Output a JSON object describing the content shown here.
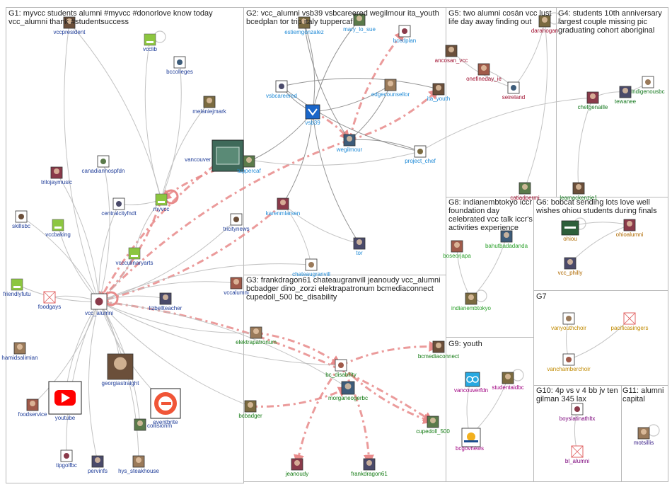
{
  "colors": {
    "border": "#b8b8b8",
    "edge": "#bdbdbd",
    "edge_dark": "#8a8a8a",
    "edge_red": "#e88a8a",
    "g1": "#1f3d99",
    "g2": "#1f8ad6",
    "g3": "#127a12",
    "g4": "#14781e",
    "g5": "#a01030",
    "g6": "#b06a00",
    "g7": "#c08a00",
    "g8": "#2aa02a",
    "g9": "#a00080",
    "g10": "#7a007a",
    "g11": "#3a2088"
  },
  "groups": [
    {
      "id": "G1",
      "title": "G1: myvcc students alumni #myvcc #donorlove know today vcc_alumni thank #studentsuccess"
    },
    {
      "id": "G2",
      "title": "G2: vcc_alumni vsb39 vsbcareered wegilmour ita_youth bcedplan tor trip italy tuppercaf"
    },
    {
      "id": "G5",
      "title": "G5: two alumni cosán vcc lust life day away finding out"
    },
    {
      "id": "G4",
      "title": "G4: students 10th anniversary largest couple missing pic graduating cohort aboriginal"
    },
    {
      "id": "G8",
      "title": "G8: indianembtokyo iccr foundation day celebrated vcc talk iccr's activities experience"
    },
    {
      "id": "G6",
      "title": "G6: bobcat sending lots love well wishes ohiou students during finals"
    },
    {
      "id": "G3",
      "title": "G3: frankdragon61 chateaugranvill jeanoudy vcc_alumni bcbadger dino_zorzi elektrapatronum bcmediaconnect cupedoll_500 bc_disability"
    },
    {
      "id": "G7",
      "title": "G7"
    },
    {
      "id": "G9",
      "title": "G9: youth"
    },
    {
      "id": "G10",
      "title": "G10: 4p vs v 4 bb jv ten gilman 345 lax"
    },
    {
      "id": "G11",
      "title": "G11: alumni capital"
    }
  ],
  "nodes": [
    {
      "id": "vccpresident",
      "label": "vccpresident",
      "group": "g1",
      "icon": "photo"
    },
    {
      "id": "vcclib",
      "label": "vcclib",
      "group": "g1",
      "icon": "green"
    },
    {
      "id": "bccolleges",
      "label": "bccolleges",
      "group": "g1",
      "icon": "logo"
    },
    {
      "id": "melaniejmark",
      "label": "melaniejmark",
      "group": "g1",
      "icon": "photo"
    },
    {
      "id": "canadianhospfdn",
      "label": "canadianhospfdn",
      "group": "g1",
      "icon": "logo"
    },
    {
      "id": "trilojaymusic",
      "label": "trilojaymusic",
      "group": "g1",
      "icon": "photo"
    },
    {
      "id": "centralcityfndt",
      "label": "centralcityfndt",
      "group": "g1",
      "icon": "logo"
    },
    {
      "id": "myvcc",
      "label": "myvcc",
      "group": "g1",
      "icon": "green"
    },
    {
      "id": "skillsbc",
      "label": "skillsbc",
      "group": "g1",
      "icon": "logo"
    },
    {
      "id": "vccbaking",
      "label": "vccbaking",
      "group": "g1",
      "icon": "green"
    },
    {
      "id": "vccculinaryarts",
      "label": "vccculinaryarts",
      "group": "g1",
      "icon": "green"
    },
    {
      "id": "friendlyfutu",
      "label": "friendlyfutu",
      "group": "g1",
      "icon": "green"
    },
    {
      "id": "foodgays",
      "label": "foodgays",
      "group": "g1",
      "icon": "empty"
    },
    {
      "id": "vcc_alumni",
      "label": "vcc_alumni",
      "group": "g1",
      "icon": "logo"
    },
    {
      "id": "lizbellteacher",
      "label": "lizbellteacher",
      "group": "g1",
      "icon": "photo"
    },
    {
      "id": "hamidsalimian",
      "label": "hamidsalimian",
      "group": "g1",
      "icon": "photo"
    },
    {
      "id": "georgiastraight",
      "label": "georgiastraight",
      "group": "g1",
      "icon": "photo"
    },
    {
      "id": "foodservice",
      "label": "foodservice",
      "group": "g1",
      "icon": "photo"
    },
    {
      "id": "youtube",
      "label": "youtube",
      "group": "g1",
      "icon": "youtube"
    },
    {
      "id": "eventbrite",
      "label": "eventbrite",
      "group": "g1",
      "icon": "eventbrite"
    },
    {
      "id": "collisionm",
      "label": "collisionm",
      "group": "g1",
      "icon": "photo"
    },
    {
      "id": "tipgolfbc",
      "label": "tipgolfbc",
      "group": "g1",
      "icon": "logo"
    },
    {
      "id": "pervinfs",
      "label": "pervinfs",
      "group": "g1",
      "icon": "photo"
    },
    {
      "id": "hys_steakhouse",
      "label": "hys_steakhouse",
      "group": "g1",
      "icon": "photo"
    },
    {
      "id": "tricitynews",
      "label": "tricitynews",
      "group": "g1",
      "icon": "logo"
    },
    {
      "id": "vccalumni",
      "label": "vccalumni",
      "group": "g1",
      "icon": "photo"
    },
    {
      "id": "vancouver",
      "label": "vancouver",
      "group": "g1",
      "icon": "big"
    },
    {
      "id": "estiemgonzalez",
      "label": "estiemgonzalez",
      "group": "g2",
      "icon": "photo"
    },
    {
      "id": "mary_lo_sue",
      "label": "mary_lo_sue",
      "group": "g2",
      "icon": "photo"
    },
    {
      "id": "bcedplan",
      "label": "bcedplan",
      "group": "g2",
      "icon": "logo"
    },
    {
      "id": "vsbcareered",
      "label": "vsbcareered",
      "group": "g2",
      "icon": "logo"
    },
    {
      "id": "edgecounsellor",
      "label": "edgecounsellor",
      "group": "g2",
      "icon": "photo"
    },
    {
      "id": "ita_youth",
      "label": "ita_youth",
      "group": "g2",
      "icon": "photo"
    },
    {
      "id": "vsb39",
      "label": "vsb39",
      "group": "g2",
      "icon": "vsb"
    },
    {
      "id": "wegilmour",
      "label": "wegilmour",
      "group": "g2",
      "icon": "photo"
    },
    {
      "id": "project_chef",
      "label": "project_chef",
      "group": "g2",
      "icon": "logo"
    },
    {
      "id": "tuppercaf",
      "label": "tuppercaf",
      "group": "g2",
      "icon": "photo"
    },
    {
      "id": "karenmlarsen",
      "label": "karenmlarsen",
      "group": "g2",
      "icon": "photo"
    },
    {
      "id": "tor",
      "label": "tor",
      "group": "g2",
      "icon": "photo"
    },
    {
      "id": "chateaugranvill",
      "label": "chateaugranvill",
      "group": "g2",
      "icon": "logo"
    },
    {
      "id": "ancosan_vcc",
      "label": "ancosan_vcc",
      "group": "g5",
      "icon": "photo"
    },
    {
      "id": "onefineday_ie",
      "label": "onefineday_ie",
      "group": "g5",
      "icon": "photo"
    },
    {
      "id": "seireland",
      "label": "seireland",
      "group": "g5",
      "icon": "logo"
    },
    {
      "id": "darahogan",
      "label": "darahogan",
      "group": "g5",
      "icon": "photo"
    },
    {
      "id": "catiadpermi",
      "label": "catiadpermi",
      "group": "g5",
      "icon": "photo"
    },
    {
      "id": "chefgenaille",
      "label": "chefgenaille",
      "group": "g4",
      "icon": "photo"
    },
    {
      "id": "tewanee",
      "label": "tewanee",
      "group": "g4",
      "icon": "photo"
    },
    {
      "id": "indigenousbc",
      "label": "indigenousbc",
      "group": "g4",
      "icon": "logo"
    },
    {
      "id": "leamackenzie1",
      "label": "leamackenzie1",
      "group": "g4",
      "icon": "photo"
    },
    {
      "id": "boseorjapa",
      "label": "boseorjapa",
      "group": "g8",
      "icon": "photo"
    },
    {
      "id": "bahutbadadanda",
      "label": "bahutbadadanda",
      "group": "g8",
      "icon": "photo"
    },
    {
      "id": "indianembtokyo",
      "label": "indianembtokyo",
      "group": "g8",
      "icon": "photo"
    },
    {
      "id": "ohiou",
      "label": "ohiou",
      "group": "g6",
      "icon": "ohio"
    },
    {
      "id": "ohioalumni",
      "label": "ohioalumni",
      "group": "g6",
      "icon": "photo"
    },
    {
      "id": "vcc_philly",
      "label": "vcc_philly",
      "group": "g6",
      "icon": "photo"
    },
    {
      "id": "elektrapatronum",
      "label": "elektrapatronum",
      "group": "g3",
      "icon": "photo"
    },
    {
      "id": "bcmediaconnect",
      "label": "bcmediaconnect",
      "group": "g3",
      "icon": "photo"
    },
    {
      "id": "bc_disability",
      "label": "bc_disability",
      "group": "g3",
      "icon": "logo"
    },
    {
      "id": "morganeogerbc",
      "label": "morganeogerbc",
      "group": "g3",
      "icon": "photo"
    },
    {
      "id": "bcbadger",
      "label": "bcbadger",
      "group": "g3",
      "icon": "photo"
    },
    {
      "id": "cupedoll_500",
      "label": "cupedoll_500",
      "group": "g3",
      "icon": "photo"
    },
    {
      "id": "jeanoudy",
      "label": "jeanoudy",
      "group": "g3",
      "icon": "photo"
    },
    {
      "id": "frankdragon61",
      "label": "frankdragon61",
      "group": "g3",
      "icon": "photo"
    },
    {
      "id": "vanyouthchoir",
      "label": "vanyouthchoir",
      "group": "g7",
      "icon": "logo"
    },
    {
      "id": "pacificasingers",
      "label": "pacificasingers",
      "group": "g7",
      "icon": "empty"
    },
    {
      "id": "vanchamberchoir",
      "label": "vanchamberchoir",
      "group": "g7",
      "icon": "logo"
    },
    {
      "id": "vancouverfdn",
      "label": "vancouverfdn",
      "group": "g9",
      "icon": "loop"
    },
    {
      "id": "studentaidbc",
      "label": "studentaidbc",
      "group": "g9",
      "icon": "photo"
    },
    {
      "id": "bcgovnews",
      "label": "bcgovnews",
      "group": "g9",
      "icon": "bcgov"
    },
    {
      "id": "boyslatinathltx",
      "label": "boyslatinathltx",
      "group": "g10",
      "icon": "logo"
    },
    {
      "id": "bl_alumni",
      "label": "bl_alumni",
      "group": "g10",
      "icon": "empty"
    },
    {
      "id": "motsillis",
      "label": "motsillis",
      "group": "g11",
      "icon": "photo"
    }
  ],
  "edges": [
    {
      "from": "myvcc",
      "to": "vcc_alumni",
      "style": "red"
    },
    {
      "from": "vancouver",
      "to": "vcc_alumni",
      "style": "red"
    },
    {
      "from": "karenmlarsen",
      "to": "vcc_alumni",
      "style": "red"
    },
    {
      "from": "wegilmour",
      "to": "vcc_alumni",
      "style": "red"
    },
    {
      "from": "vsb39",
      "to": "wegilmour",
      "style": "red"
    },
    {
      "from": "wegilmour",
      "to": "ita_youth",
      "style": "red"
    },
    {
      "from": "wegilmour",
      "to": "bcedplan",
      "style": "red"
    },
    {
      "from": "tuppercaf",
      "to": "myvcc",
      "style": "red"
    },
    {
      "from": "bc_disability",
      "to": "bcmediaconnect",
      "style": "red"
    },
    {
      "from": "bc_disability",
      "to": "jeanoudy",
      "style": "red"
    },
    {
      "from": "bc_disability",
      "to": "frankdragon61",
      "style": "red"
    },
    {
      "from": "bc_disability",
      "to": "cupedoll_500",
      "style": "red"
    },
    {
      "from": "elektrapatronum",
      "to": "bc_disability",
      "style": "red"
    },
    {
      "from": "bcbadger",
      "to": "morganeogerbc",
      "style": "red"
    },
    {
      "from": "vcc_alumni",
      "to": "cupedoll_500",
      "style": "red"
    },
    {
      "from": "vcc_alumni",
      "to": "bc_disability",
      "style": "gray"
    },
    {
      "from": "vcc_alumni",
      "to": "vccpresident",
      "style": "gray"
    },
    {
      "from": "vcc_alumni",
      "to": "canadianhospfdn",
      "style": "gray"
    },
    {
      "from": "vcc_alumni",
      "to": "centralcityfndt",
      "style": "gray"
    },
    {
      "from": "vcc_alumni",
      "to": "trilojaymusic",
      "style": "gray"
    },
    {
      "from": "vcc_alumni",
      "to": "vccbaking",
      "style": "gray"
    },
    {
      "from": "vcc_alumni",
      "to": "skillsbc",
      "style": "gray"
    },
    {
      "from": "vcc_alumni",
      "to": "friendlyfutu",
      "style": "gray"
    },
    {
      "from": "vcc_alumni",
      "to": "foodgays",
      "style": "gray"
    },
    {
      "from": "vcc_alumni",
      "to": "foodservice",
      "style": "gray"
    },
    {
      "from": "vcc_alumni",
      "to": "youtube",
      "style": "gray"
    },
    {
      "from": "vcc_alumni",
      "to": "georgiastraight",
      "style": "gray"
    },
    {
      "from": "vcc_alumni",
      "to": "eventbrite",
      "style": "gray"
    },
    {
      "from": "vcc_alumni",
      "to": "collisionm",
      "style": "gray"
    },
    {
      "from": "vcc_alumni",
      "to": "pervinfs",
      "style": "gray"
    },
    {
      "from": "vcc_alumni",
      "to": "hys_steakhouse",
      "style": "gray"
    },
    {
      "from": "vcc_alumni",
      "to": "tipgolfbc",
      "style": "gray"
    },
    {
      "from": "vcc_alumni",
      "to": "lizbellteacher",
      "style": "gray"
    },
    {
      "from": "vcc_alumni",
      "to": "tricitynews",
      "style": "gray"
    },
    {
      "from": "vcc_alumni",
      "to": "vccalumni",
      "style": "gray"
    },
    {
      "from": "vcc_alumni",
      "to": "elektrapatronum",
      "style": "gray"
    },
    {
      "from": "vcc_alumni",
      "to": "morganeogerbc",
      "style": "gray"
    },
    {
      "from": "vcc_alumni",
      "to": "bcbadger",
      "style": "gray"
    },
    {
      "from": "vcc_alumni",
      "to": "chateaugranvill",
      "style": "gray"
    },
    {
      "from": "vcc_alumni",
      "to": "vccculinaryarts",
      "style": "gray"
    },
    {
      "from": "myvcc",
      "to": "vcclib",
      "style": "gray"
    },
    {
      "from": "myvcc",
      "to": "bccolleges",
      "style": "gray"
    },
    {
      "from": "myvcc",
      "to": "melaniejmark",
      "style": "gray"
    },
    {
      "from": "myvcc",
      "to": "vccpresident",
      "style": "gray"
    },
    {
      "from": "myvcc",
      "to": "centralcityfndt",
      "style": "gray"
    },
    {
      "from": "myvcc",
      "to": "vccculinaryarts",
      "style": "gray"
    },
    {
      "from": "vsb39",
      "to": "vsbcareered",
      "style": "dark"
    },
    {
      "from": "vsb39",
      "to": "estiemgonzalez",
      "style": "dark"
    },
    {
      "from": "vsb39",
      "to": "mary_lo_sue",
      "style": "dark"
    },
    {
      "from": "vsb39",
      "to": "edgecounsellor",
      "style": "dark"
    },
    {
      "from": "vsb39",
      "to": "karenmlarsen",
      "style": "dark"
    },
    {
      "from": "vsb39",
      "to": "tor",
      "style": "dark"
    },
    {
      "from": "vsb39",
      "to": "tuppercaf",
      "style": "dark"
    },
    {
      "from": "vsbcareered",
      "to": "project_chef",
      "style": "dark"
    },
    {
      "from": "vsbcareered",
      "to": "ita_youth",
      "style": "dark"
    },
    {
      "from": "estiemgonzalez",
      "to": "wegilmour",
      "style": "dark"
    },
    {
      "from": "edgecounsellor",
      "to": "wegilmour",
      "style": "dark"
    },
    {
      "from": "project_chef",
      "to": "wegilmour",
      "style": "dark"
    },
    {
      "from": "karenmlarsen",
      "to": "chateaugranvill",
      "style": "gray"
    },
    {
      "from": "karenmlarsen",
      "to": "tor",
      "style": "gray"
    },
    {
      "from": "project_chef",
      "to": "chefgenaille",
      "style": "gray"
    },
    {
      "from": "vancouver",
      "to": "project_chef",
      "style": "gray"
    },
    {
      "from": "onefineday_ie",
      "to": "seireland",
      "style": "gray"
    },
    {
      "from": "ancosan_vcc",
      "to": "seireland",
      "style": "gray"
    },
    {
      "from": "darahogan",
      "to": "seireland",
      "style": "gray"
    },
    {
      "from": "catiadpermi",
      "to": "darahogan",
      "style": "gray"
    },
    {
      "from": "chefgenaille",
      "to": "tewanee",
      "style": "gray"
    },
    {
      "from": "tewanee",
      "to": "indigenousbc",
      "style": "gray"
    },
    {
      "from": "leamackenzie1",
      "to": "chefgenaille",
      "style": "gray"
    },
    {
      "from": "boseorjapa",
      "to": "indianembtokyo",
      "style": "gray"
    },
    {
      "from": "bahutbadadanda",
      "to": "indianembtokyo",
      "style": "gray"
    },
    {
      "from": "ohioalumni",
      "to": "ohiou",
      "style": "gray"
    },
    {
      "from": "vcc_philly",
      "to": "ohioalumni",
      "style": "gray"
    },
    {
      "from": "vanyouthchoir",
      "to": "vanchamberchoir",
      "style": "gray"
    },
    {
      "from": "pacificasingers",
      "to": "vanchamberchoir",
      "style": "gray"
    },
    {
      "from": "vancouverfdn",
      "to": "bcgovnews",
      "style": "gray"
    },
    {
      "from": "studentaidbc",
      "to": "bcgovnews",
      "style": "gray"
    },
    {
      "from": "boyslatinathltx",
      "to": "bl_alumni",
      "style": "gray"
    }
  ],
  "selfloops": [
    "vcclib",
    "myvcc",
    "vcc_alumni",
    "ohiou",
    "indianembtokyo",
    "motsillis",
    "studentaidbc",
    "darahogan"
  ]
}
